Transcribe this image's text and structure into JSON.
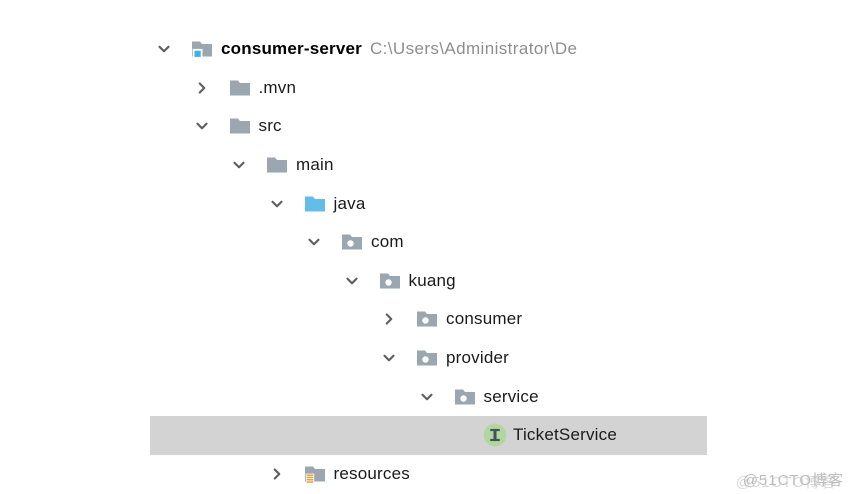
{
  "colors": {
    "background": "#ffffff",
    "folder_gray": "#9aa7b0",
    "folder_dot": "#ffffff",
    "source_folder_blue": "#64bde8",
    "project_square_blue": "#3fb1e3",
    "resources_bars_orange": "#e2a33c",
    "interface_green": "#b2d6a0",
    "interface_letter": "#43535b",
    "selection_gray": "#d3d3d3",
    "chevron_gray": "#5f5f5f",
    "label_color": "#1a1a1a",
    "path_color": "#8e8e8e",
    "watermark_color": "#bdbdbd"
  },
  "tree": {
    "rows": [
      {
        "label": "consumer-server",
        "path": "C:\\Users\\Administrator\\De",
        "level": 0,
        "chevron": "down",
        "icon": "project-folder",
        "bold": true,
        "selected": false
      },
      {
        "label": ".mvn",
        "level": 1,
        "chevron": "right",
        "icon": "folder",
        "bold": false,
        "selected": false
      },
      {
        "label": "src",
        "level": 1,
        "chevron": "down",
        "icon": "folder",
        "bold": false,
        "selected": false
      },
      {
        "label": "main",
        "level": 2,
        "chevron": "down",
        "icon": "folder",
        "bold": false,
        "selected": false
      },
      {
        "label": "java",
        "level": 3,
        "chevron": "down",
        "icon": "source-folder",
        "bold": false,
        "selected": false
      },
      {
        "label": "com",
        "level": 4,
        "chevron": "down",
        "icon": "package-folder",
        "bold": false,
        "selected": false
      },
      {
        "label": "kuang",
        "level": 5,
        "chevron": "down",
        "icon": "package-folder",
        "bold": false,
        "selected": false
      },
      {
        "label": "consumer",
        "level": 6,
        "chevron": "right",
        "icon": "package-folder",
        "bold": false,
        "selected": false
      },
      {
        "label": "provider",
        "level": 6,
        "chevron": "down",
        "icon": "package-folder",
        "bold": false,
        "selected": false
      },
      {
        "label": "service",
        "level": 7,
        "chevron": "down",
        "icon": "package-folder",
        "bold": false,
        "selected": false
      },
      {
        "label": "TicketService",
        "level": 8,
        "chevron": "none",
        "icon": "interface",
        "bold": false,
        "selected": true
      },
      {
        "label": "resources",
        "level": 3,
        "chevron": "right",
        "icon": "resources-folder",
        "bold": false,
        "selected": false
      }
    ]
  },
  "watermark": {
    "text": "@51CTO博客"
  }
}
